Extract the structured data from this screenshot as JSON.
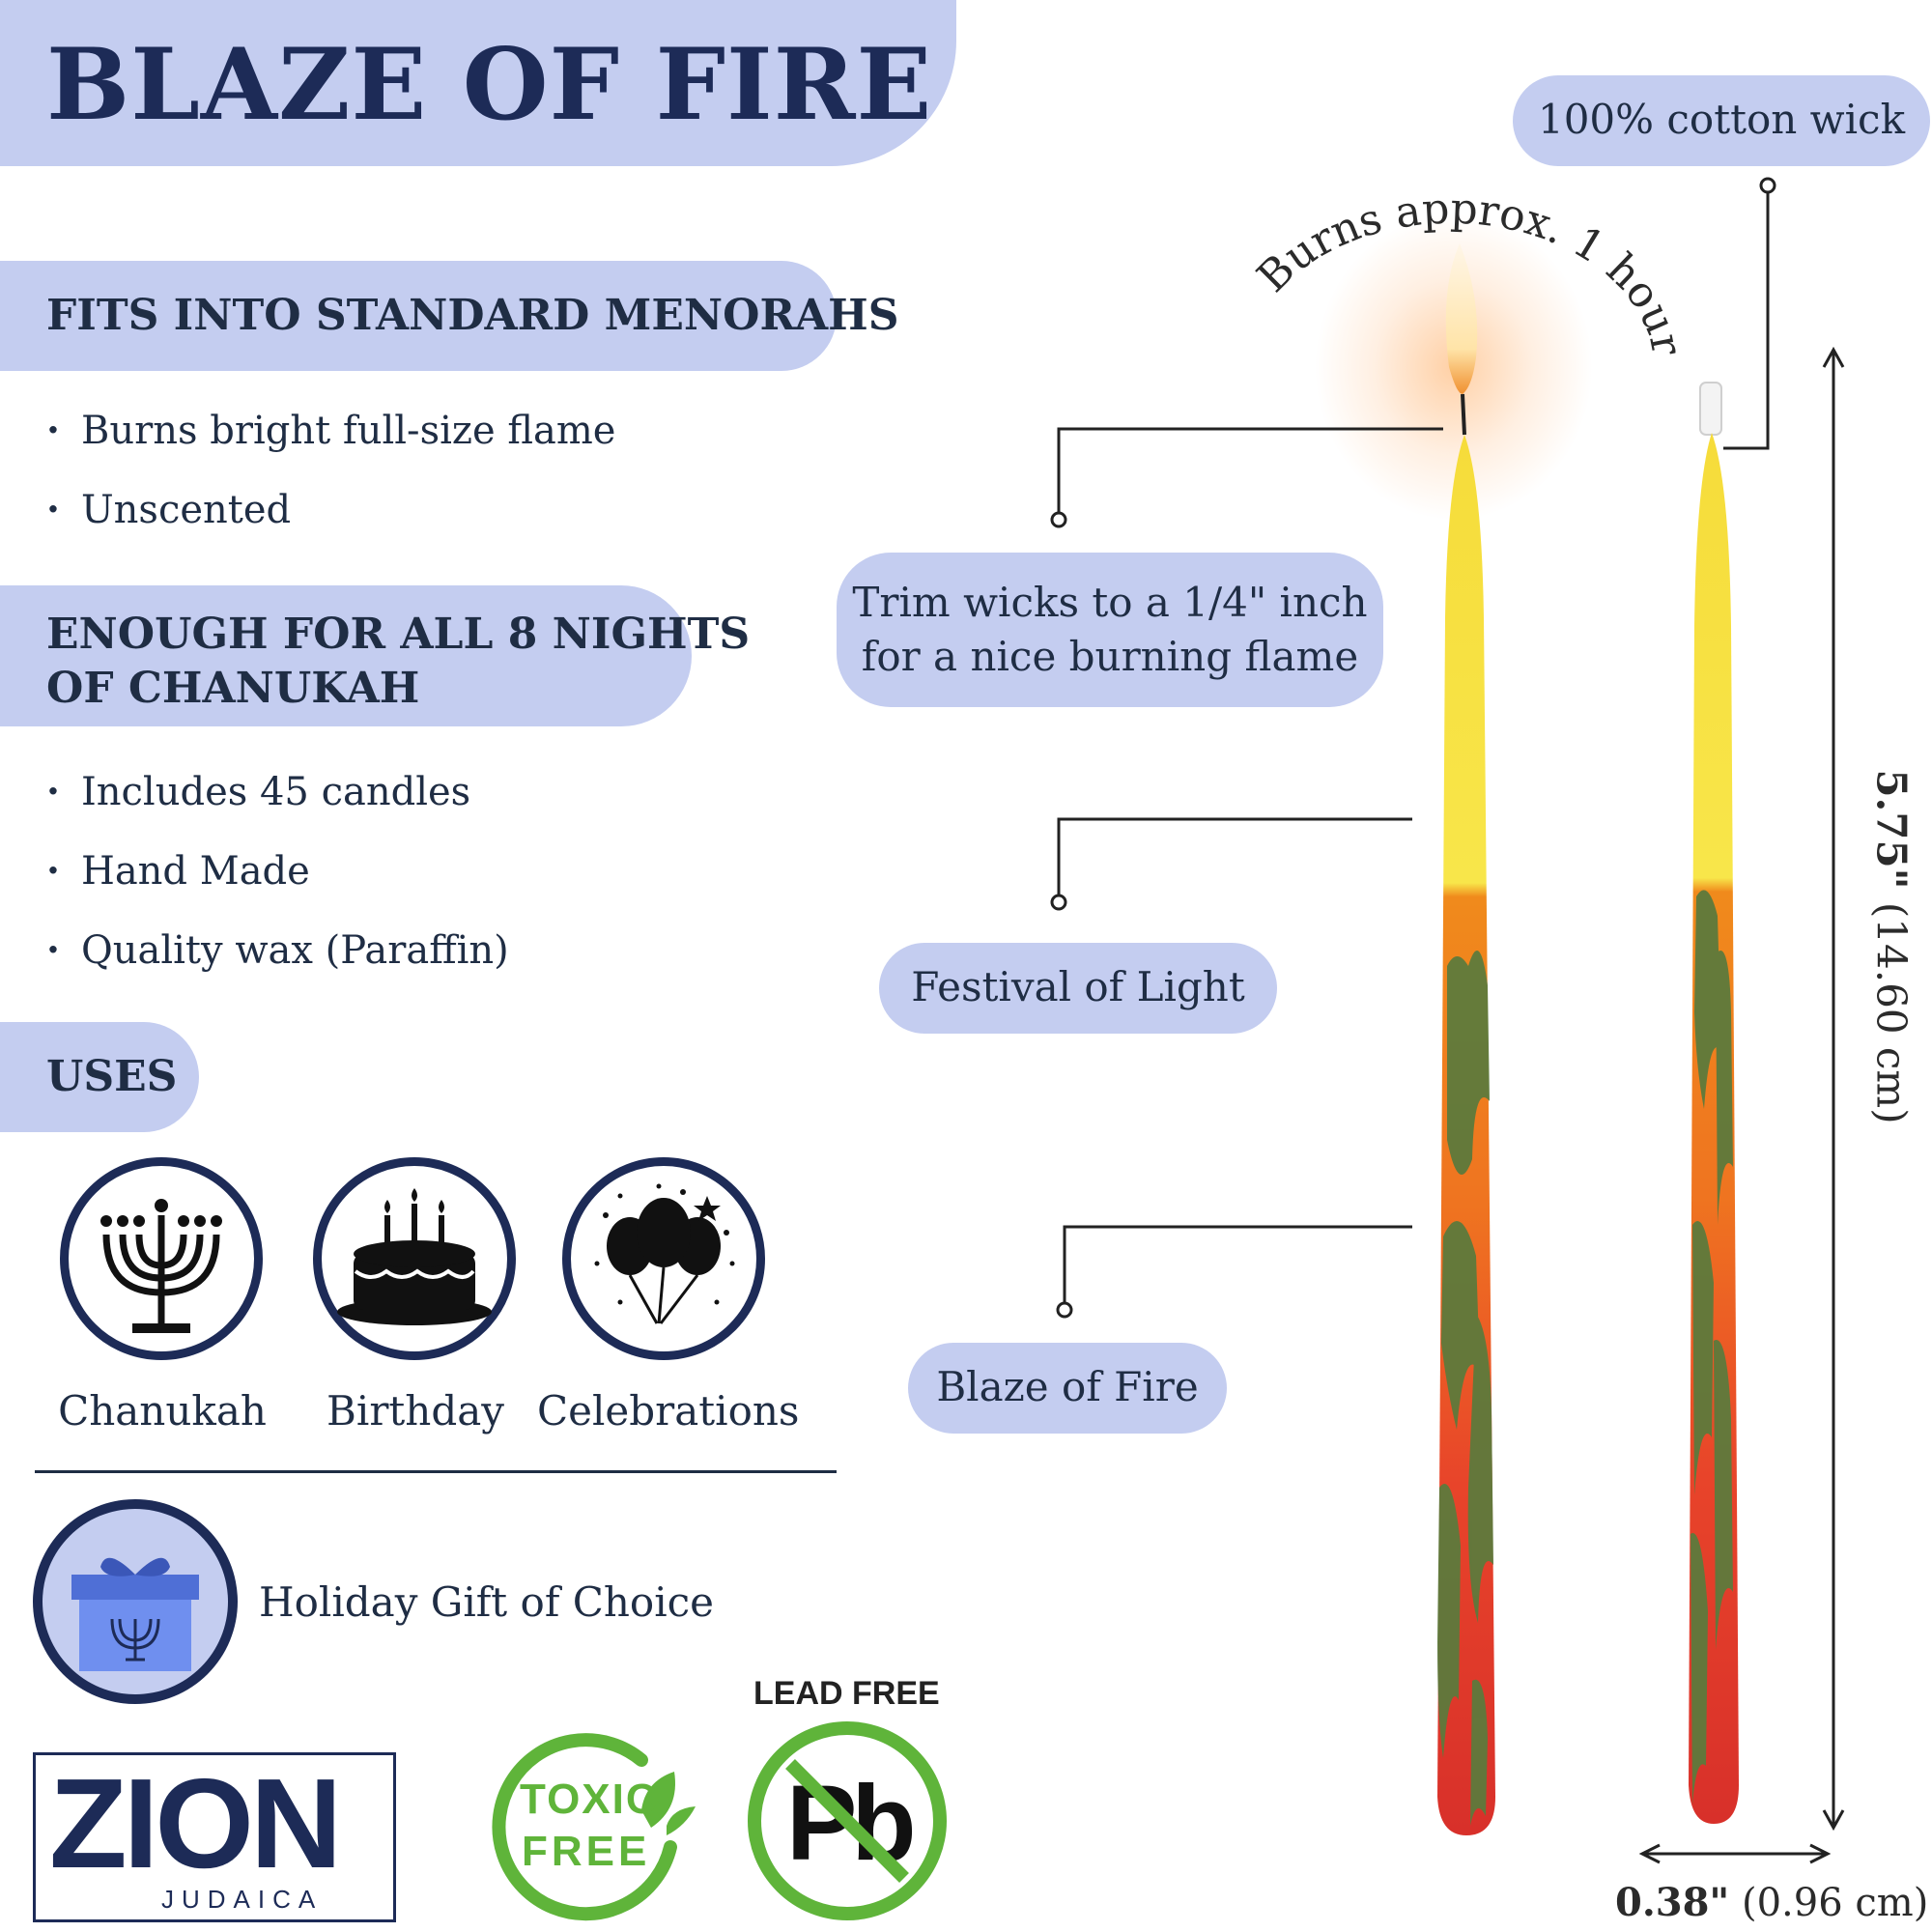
{
  "title": "BLAZE OF FIRE",
  "sections": [
    {
      "heading": "FITS INTO STANDARD MENORAHS",
      "bullets": [
        "Burns bright full-size flame",
        "Unscented"
      ]
    },
    {
      "heading_line1": "ENOUGH FOR ALL 8 NIGHTS",
      "heading_line2": "OF CHANUKAH",
      "bullets": [
        "Includes 45 candles",
        "Hand Made",
        "Quality wax (Paraffin)"
      ]
    }
  ],
  "uses": {
    "heading": "USES",
    "items": [
      {
        "label": "Chanukah",
        "icon": "menorah-icon"
      },
      {
        "label": "Birthday",
        "icon": "birthday-cake-icon"
      },
      {
        "label": "Celebrations",
        "icon": "balloons-icon"
      }
    ]
  },
  "gift": {
    "label": "Holiday Gift of Choice",
    "icon": "gift-box-icon"
  },
  "brand": {
    "name": "ZION",
    "sub": "JUDAICA"
  },
  "badges": {
    "toxic_line1": "TOXIC",
    "toxic_line2": "FREE",
    "lead_free": "LEAD FREE",
    "lead_symbol": "Pb"
  },
  "callouts": {
    "wick": "100% cotton wick",
    "burn": "Burns approx. 1 hour",
    "trim_line1": "Trim wicks to a 1/4\" inch",
    "trim_line2": "for a nice burning flame",
    "festival": "Festival of Light",
    "blaze": "Blaze of Fire"
  },
  "dimensions": {
    "height_bold": "5.75\"",
    "height_rest": " (14.60 cm)",
    "width_bold": "0.38\"",
    "width_rest": " (0.96 cm)"
  },
  "colors": {
    "navy": "#1d2b57",
    "pill": "#c4cdf0",
    "green_badge": "#5fb43a",
    "candle_yellow": "#f6dc3a",
    "candle_orange": "#f08a1c",
    "candle_red": "#e0362a",
    "candle_green": "#5d7a3c"
  }
}
